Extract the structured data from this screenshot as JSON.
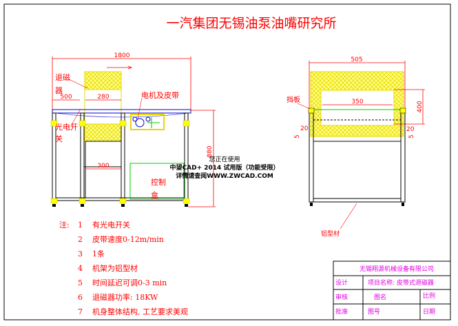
{
  "title": "一汽集团无锡油泵油嘴研究所",
  "front_view": {
    "dim_total_width": "1800",
    "dim_500": "500",
    "dim_280": "280",
    "dim_300": "300",
    "dim_height": "880",
    "label_demag_1": "退磁",
    "label_demag_2": "器",
    "label_motor": "电机及皮带",
    "label_sensor_1": "光电开",
    "label_sensor_2": "关",
    "label_control_1": "控制",
    "label_control_2": "盒"
  },
  "side_view": {
    "dim_width": "505",
    "dim_350": "350",
    "dim_400": "400",
    "dim_20_left": "20",
    "dim_20_right": "20",
    "dim_5_left": "5",
    "dim_5_right": "5",
    "label_baffle": "挡板",
    "label_profile": "铝型材"
  },
  "watermark": {
    "line1": "您正在使用",
    "line2": "中望CAD+ 2014 试用版（功能受限）",
    "line3": "详情请查阅WWW.ZWCAD.COM"
  },
  "notes": {
    "prefix": "注:",
    "items": [
      {
        "num": "1",
        "text": "有光电开关"
      },
      {
        "num": "2",
        "text": "皮带速度0-12m/min"
      },
      {
        "num": "3",
        "text": "1条"
      },
      {
        "num": "4",
        "text": "机架为铝型材"
      },
      {
        "num": "5",
        "text": "时间延迟可调0-3 min"
      },
      {
        "num": "6",
        "text": "退磁器功率: 18KW"
      },
      {
        "num": "7",
        "text": "机身整体结构, 工艺要求美观"
      }
    ]
  },
  "title_block": {
    "company": "无锡翔源机械设备有限公司",
    "design": "设计",
    "project_name": "项目名称: 皮带式退磁器",
    "review": "审核",
    "drawing_name": "图名",
    "scale": "比例",
    "approve": "批准",
    "drawing_no": "图号",
    "date": "日期"
  },
  "colors": {
    "dimension": "#ff0000",
    "title_block": "#e000e0",
    "hatch": "#ffff00",
    "belt": "#0000cc",
    "control_box": "#00cc00"
  }
}
